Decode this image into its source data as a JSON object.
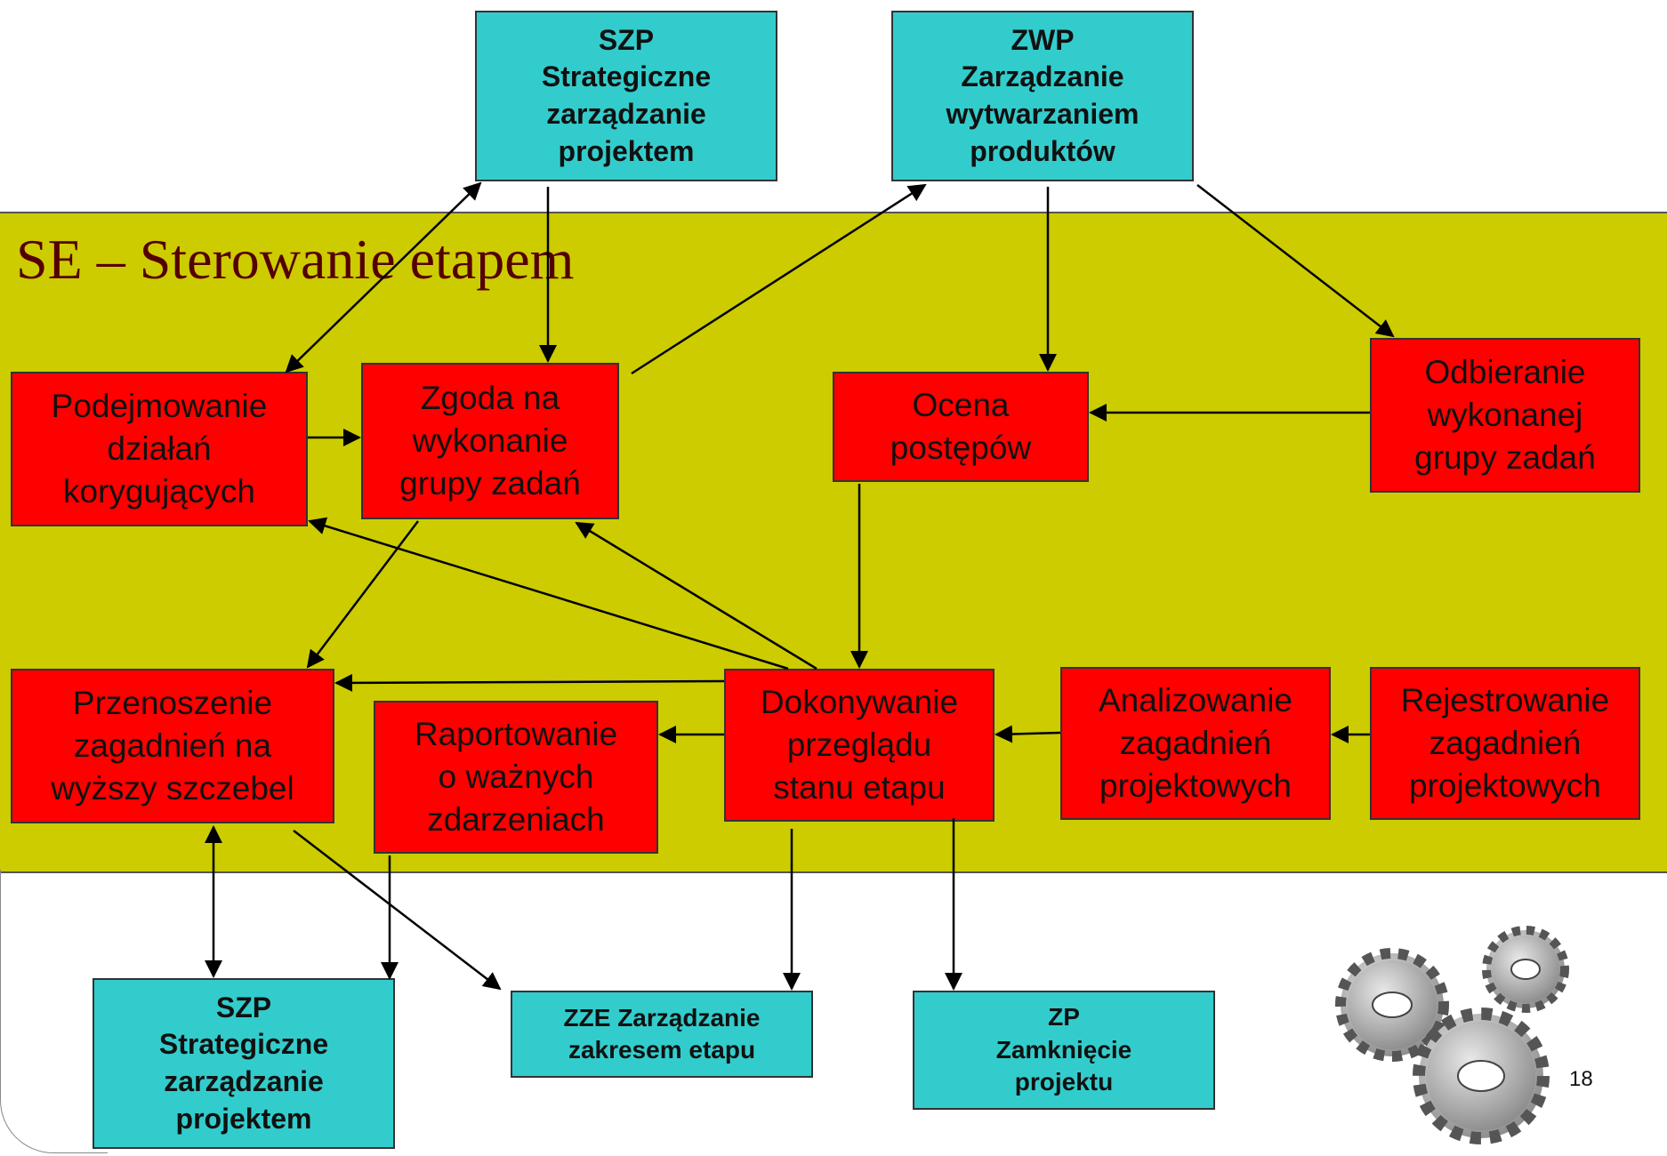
{
  "title": "SE – Sterowanie etapem",
  "page_number": "18",
  "colors": {
    "band": "#cccc00",
    "process": "#ff0000",
    "external": "#33cccc",
    "title": "#550000"
  },
  "external": {
    "szp_top": "SZP\nStrategiczne\nzarządzanie\nprojektem",
    "zwp_top": "ZWP\nZarządzanie\nwytwarzaniem\nproduktów",
    "szp_bottom": "SZP\nStrategiczne\nzarządzanie\nprojektem",
    "zze": "ZZE Zarządzanie\nzakresem etapu",
    "zp": "ZP\nZamknięcie\nprojektu"
  },
  "processes": {
    "podejmowanie": "Podejmowanie\ndziałań\nkorygujących",
    "zgoda": "Zgoda na\nwykonanie\ngrupy zadań",
    "ocena": "Ocena\npostępów",
    "odbieranie": "Odbieranie\nwykonanej\ngrupy zadań",
    "przenoszenie": "Przenoszenie\nzagadnień na\nwyższy szczebel",
    "raportowanie": "Raportowanie\no ważnych\nzdarzeniach",
    "dokonywanie": "Dokonywanie\nprzeglądu\nstanu etapu",
    "analizowanie": "Analizowanie\nzagadnień\nprojektowych",
    "rejestrowanie": "Rejestrowanie\nzagadnień\nprojektowych"
  },
  "icons": {
    "decoration": "gears-icon"
  }
}
